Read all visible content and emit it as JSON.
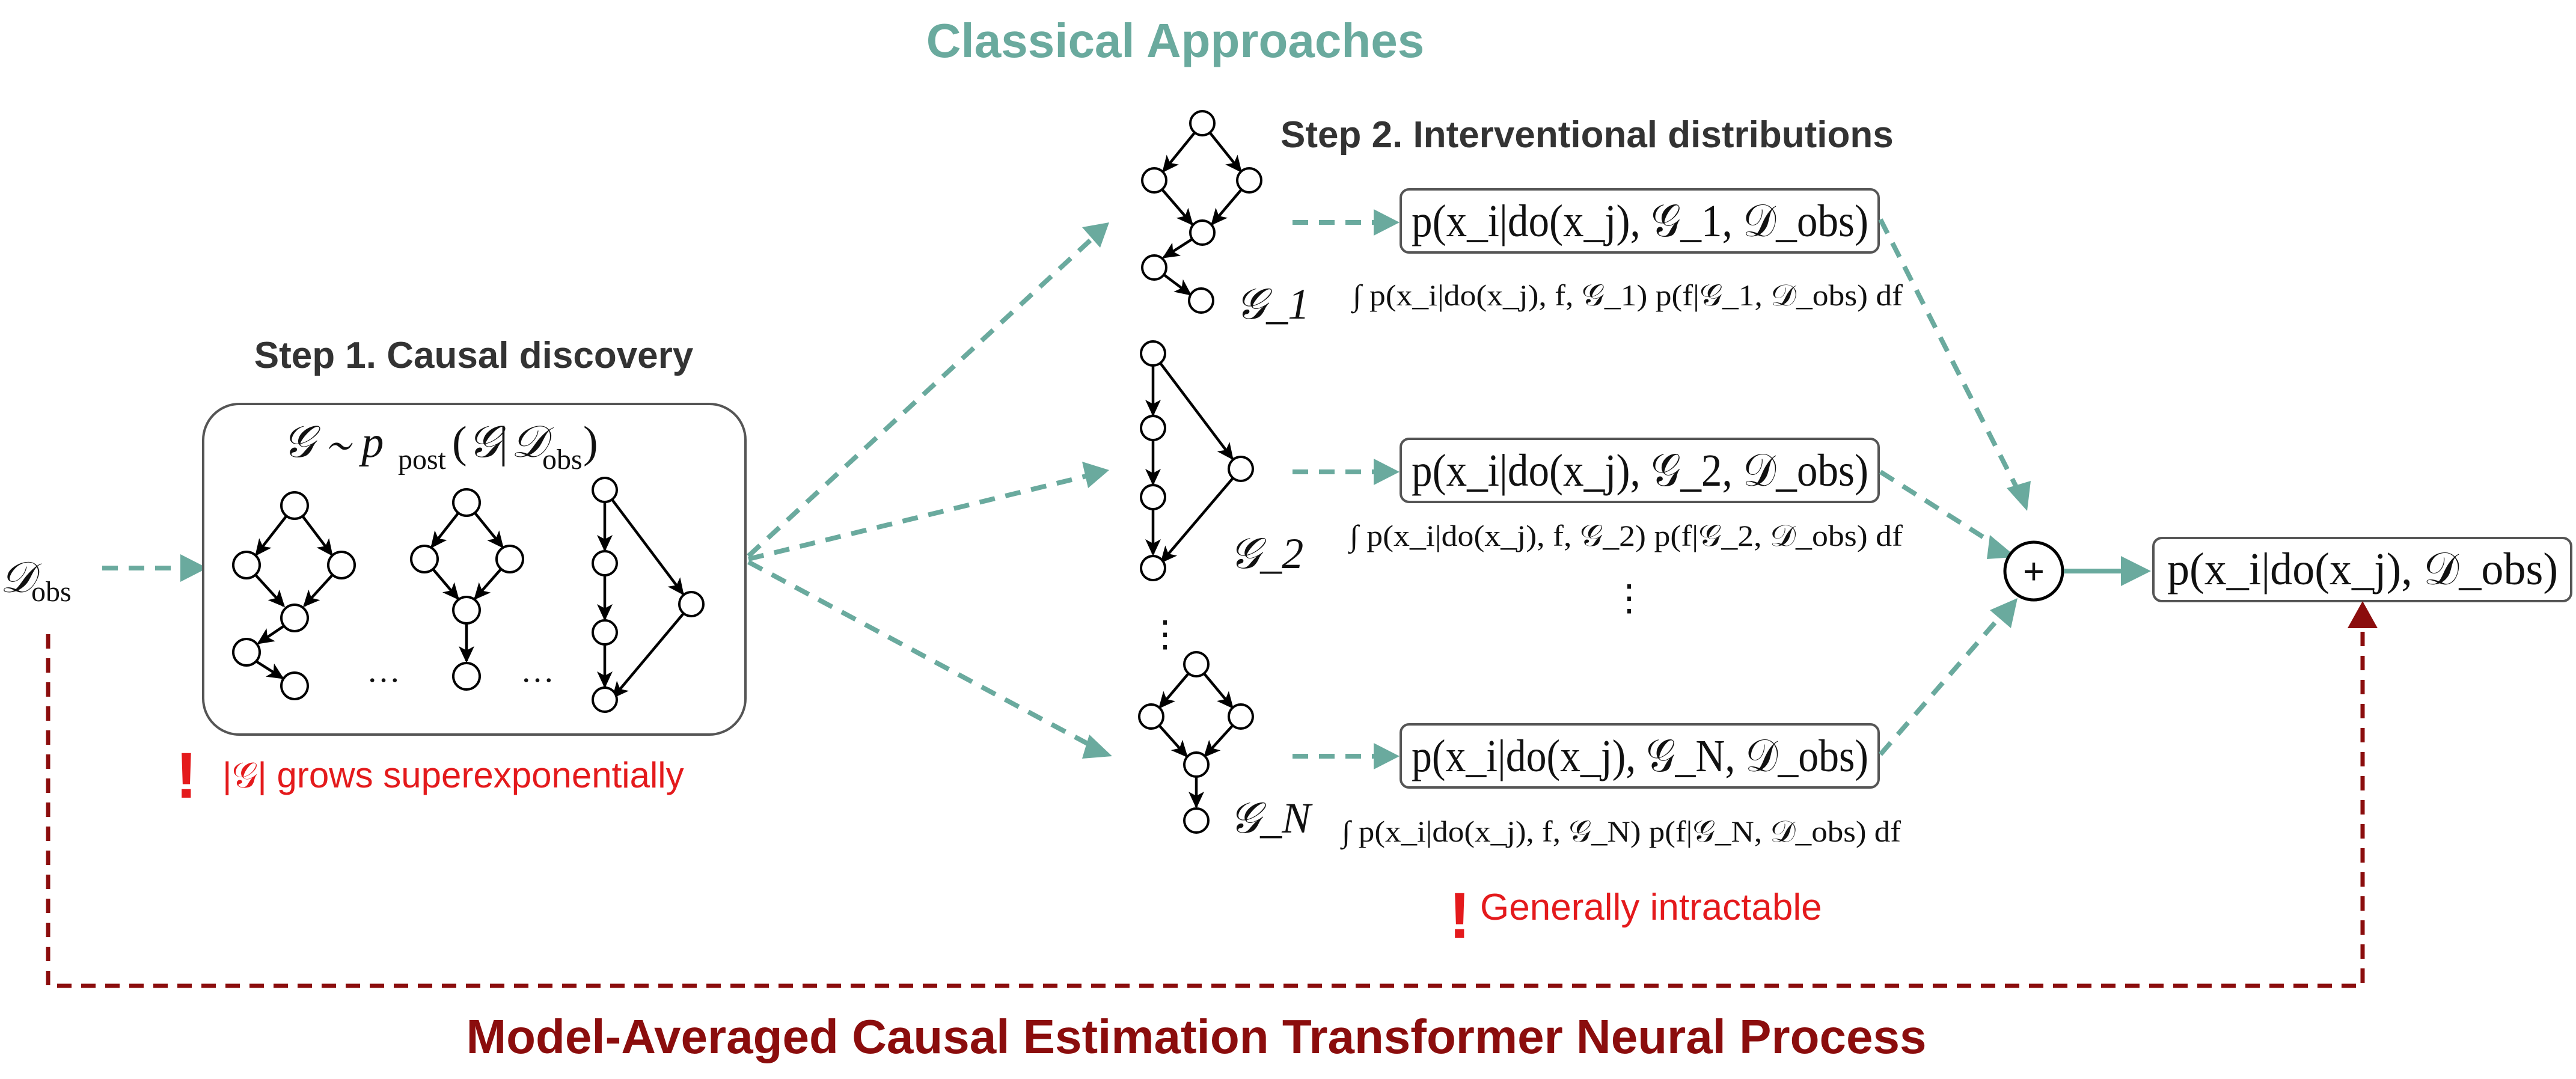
{
  "header": {
    "title": "Classical Approaches"
  },
  "step1": {
    "title": "Step 1. Causal discovery",
    "posterior": "𝒢 ~ p_post(𝒢|𝒟_obs)",
    "ellipsis": "…",
    "warning_mark": "!",
    "warning": "|𝒢| grows superexponentially"
  },
  "input": {
    "label": "𝒟_obs"
  },
  "step2": {
    "title": "Step 2. Interventional distributions",
    "rows": [
      {
        "graph_label": "𝒢_1",
        "distribution": "p(x_i|do(x_j), 𝒢_1, 𝒟_obs)",
        "integral": "∫ p(x_i|do(x_j), f, 𝒢_1) p(f|𝒢_1, 𝒟_obs) df"
      },
      {
        "graph_label": "𝒢_2",
        "distribution": "p(x_i|do(x_j), 𝒢_2, 𝒟_obs)",
        "integral": "∫ p(x_i|do(x_j), f, 𝒢_2) p(f|𝒢_2, 𝒟_obs) df"
      },
      {
        "graph_label": "𝒢_N",
        "distribution": "p(x_i|do(x_j), 𝒢_N, 𝒟_obs)",
        "integral": "∫ p(x_i|do(x_j), f, 𝒢_N) p(f|𝒢_N, 𝒟_obs) df"
      }
    ],
    "vdots": "⋮",
    "warning_mark": "!",
    "warning": "Generally intractable"
  },
  "aggregate": {
    "symbol": "+",
    "result": "p(x_i|do(x_j), 𝒟_obs)"
  },
  "footer": {
    "title": "Model-Averaged Causal Estimation Transformer Neural Process"
  },
  "colors": {
    "teal": "#6aaa9e",
    "dark_red": "#8b0d0d",
    "warning_red": "#e41a1c"
  }
}
